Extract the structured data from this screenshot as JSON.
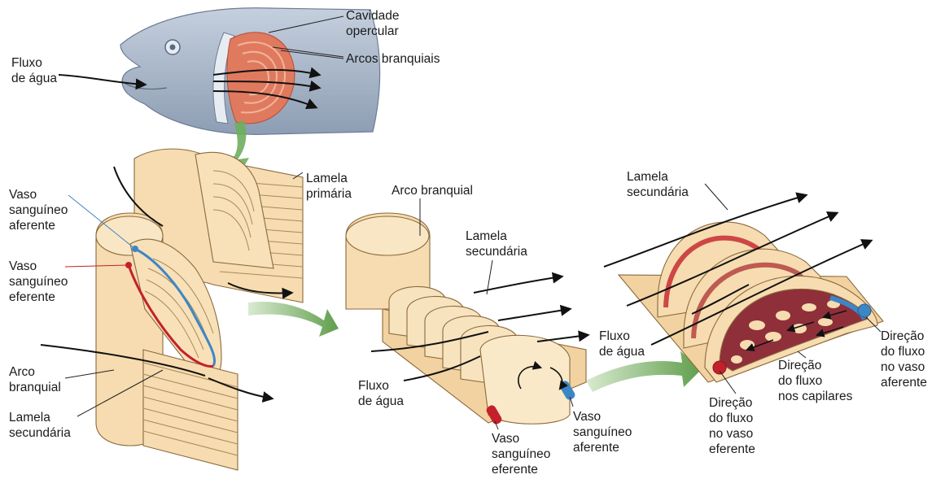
{
  "colors": {
    "tissue": "#f6dcb0",
    "tissue_stroke": "#8a6a3d",
    "fish_body": "#a9b8cc",
    "gill_red": "#d8473d",
    "afferent_blue": "#3d86c6",
    "efferent_red": "#c4202b",
    "transition_arrow": "#7db36b",
    "label_text": "#1b1b1b"
  },
  "labels": {
    "fluxo_agua_top": [
      "Fluxo",
      "de água"
    ],
    "cavidade_opercular": [
      "Cavidade",
      "opercular"
    ],
    "arcos_branquiais": [
      "Arcos branquiais"
    ],
    "lamela_primaria": [
      "Lamela",
      "primária"
    ],
    "vaso_aferente_left": [
      "Vaso",
      "sanguíneo",
      "aferente"
    ],
    "vaso_eferente_left": [
      "Vaso",
      "sanguíneo",
      "eferente"
    ],
    "arco_branquial_left": [
      "Arco",
      "branquial"
    ],
    "lamela_secundaria_left": [
      "Lamela",
      "secundária"
    ],
    "arco_branquial_mid": [
      "Arco branquial"
    ],
    "lamela_secundaria_mid": [
      "Lamela",
      "secundária"
    ],
    "fluxo_agua_mid": [
      "Fluxo",
      "de água"
    ],
    "vaso_eferente_mid": [
      "Vaso",
      "sanguíneo",
      "eferente"
    ],
    "vaso_aferente_mid": [
      "Vaso",
      "sanguíneo",
      "aferente"
    ],
    "lamela_secundaria_right": [
      "Lamela",
      "secundária"
    ],
    "fluxo_agua_right": [
      "Fluxo",
      "de água"
    ],
    "direcao_capilares": [
      "Direção",
      "do fluxo",
      "nos capilares"
    ],
    "direcao_eferente": [
      "Direção",
      "do fluxo",
      "no vaso",
      "eferente"
    ],
    "direcao_aferente": [
      "Direção",
      "do fluxo",
      "no vaso",
      "aferente"
    ]
  }
}
